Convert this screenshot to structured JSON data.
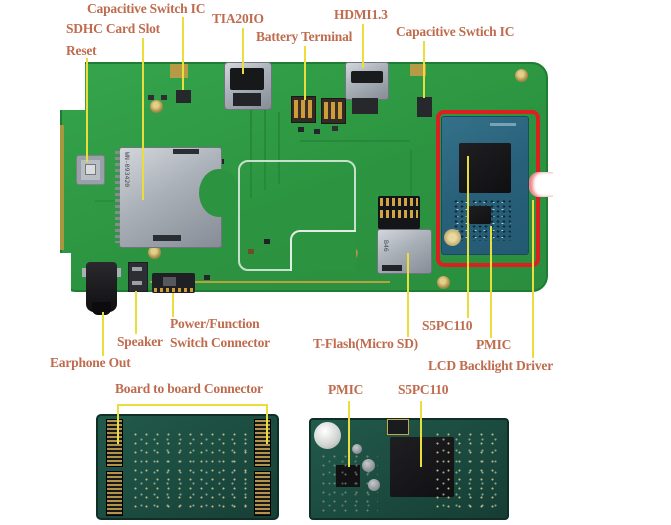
{
  "figure": {
    "background": "#ffffff",
    "boards": {
      "main_board": "green PMP mainboard photo",
      "daughterboard_highlight": "blue CPU daughterboard outlined in red",
      "bottom_left_board": "board-to-board connector module",
      "bottom_right_board": "PMIC / S5PC110 module"
    }
  },
  "colors": {
    "label_text": "#bf6b4e",
    "leader_line": "#e9de3b",
    "highlight_box": "#dc1f1f",
    "main_board_green": "#2c9440",
    "daughterboard_blue": "#28607a",
    "bottom_boards_green": "#1d5044",
    "chip_black": "#141417",
    "metal_silver": "#aab0b8"
  },
  "annotations": {
    "capacitive_switch_ic_left": "Capacitive Switch IC",
    "sdhc_card_slot": "SDHC Card Slot",
    "reset": "Reset",
    "tia20io": "TIA20IO",
    "battery_terminal": "Battery Terminal",
    "hdmi_1_3": "HDMI1.3",
    "capacitive_switch_ic_right": "Capacitive Swtich IC",
    "speaker": "Speaker",
    "power_function_switch_line1": "Power/Function",
    "power_function_switch_line2": "Switch Connector",
    "earphone_out": "Earphone Out",
    "board_to_board_connector": "Board to board Connector",
    "t_flash_micro_sd": "T-Flash(Micro SD)",
    "s5pc110_main": "S5PC110",
    "pmic_main": "PMIC",
    "lcd_backlight_driver": "LCD Backlight Driver",
    "pmic_bottom": "PMIC",
    "s5pc110_bottom": "S5PC110"
  },
  "board_markings": {
    "sd_slot_shield": "WN-093420",
    "micro_sd_shield": "B46"
  }
}
